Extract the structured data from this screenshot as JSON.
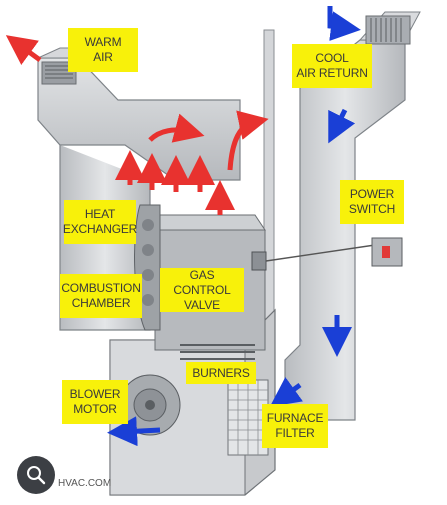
{
  "labels": {
    "warm_air": "WARM\nAIR",
    "cool_air_return": "COOL\nAIR RETURN",
    "power_switch": "POWER\nSWITCH",
    "heat_exchanger": "HEAT\nEXCHANGER",
    "combustion_chamber": "COMBUSTION\nCHAMBER",
    "gas_control_valve": "GAS CONTROL\nVALVE",
    "burners": "BURNERS",
    "blower_motor": "BLOWER\nMOTOR",
    "furnace_filter": "FURNACE\nFILTER"
  },
  "footer": {
    "source_text": "HVAC.COM"
  },
  "icons": {
    "search_lens": "search-lens-icon"
  },
  "colors": {
    "label_bg": "#f8f10a",
    "warm_arrow": "#e8322f",
    "cool_arrow": "#1a3fd6",
    "duct": "#cfd1d4"
  }
}
